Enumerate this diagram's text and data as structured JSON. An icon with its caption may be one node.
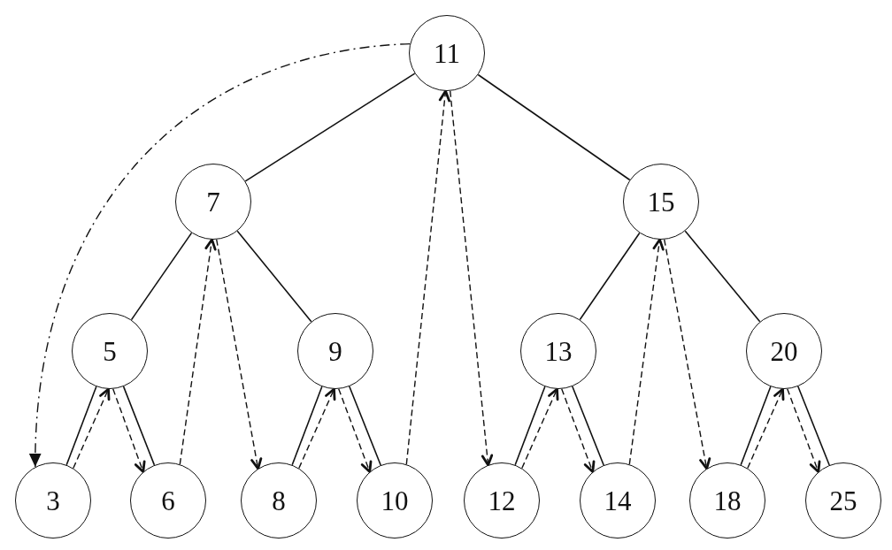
{
  "diagram": {
    "nodes": [
      {
        "text": [
          "11"
        ]
      },
      {
        "text": [
          "7"
        ]
      },
      {
        "text": [
          "15"
        ]
      },
      {
        "text": [
          "5"
        ]
      },
      {
        "text": [
          "9"
        ]
      },
      {
        "text": [
          "13"
        ]
      },
      {
        "text": [
          "20"
        ]
      },
      {
        "text": [
          "3"
        ]
      },
      {
        "text": [
          "6"
        ]
      },
      {
        "text": [
          "8"
        ]
      },
      {
        "text": [
          "10"
        ]
      },
      {
        "text": [
          "12"
        ]
      },
      {
        "text": [
          "14"
        ]
      },
      {
        "text": [
          "18"
        ]
      },
      {
        "text": [
          "25"
        ]
      }
    ],
    "edges": [
      {
        "from": 0,
        "to": 1,
        "arrow": "none"
      },
      {
        "from": 0,
        "to": 2,
        "arrow": "none"
      },
      {
        "from": 1,
        "to": 3,
        "arrow": "none"
      },
      {
        "from": 1,
        "to": 4,
        "arrow": "none"
      },
      {
        "from": 2,
        "to": 5,
        "arrow": "none"
      },
      {
        "from": 2,
        "to": 6,
        "arrow": "none"
      },
      {
        "from": 3,
        "to": 7,
        "arrow": "none"
      },
      {
        "from": 3,
        "to": 8,
        "arrow": "none"
      },
      {
        "from": 4,
        "to": 9,
        "arrow": "none"
      },
      {
        "from": 4,
        "to": 10,
        "arrow": "none"
      },
      {
        "from": 5,
        "to": 11,
        "arrow": "none"
      },
      {
        "from": 5,
        "to": 12,
        "arrow": "none"
      },
      {
        "from": 6,
        "to": 13,
        "arrow": "none"
      },
      {
        "from": 6,
        "to": 14,
        "arrow": "none"
      },
      {
        "from": 0,
        "to": 7,
        "arrow": "to",
        "style": "dashed"
      },
      {
        "from": 7,
        "to": 3,
        "arrow": "to",
        "style": "dashed"
      },
      {
        "from": 3,
        "to": 8,
        "arrow": "to",
        "style": "dashed"
      },
      {
        "from": 8,
        "to": 1,
        "arrow": "to",
        "style": "dashed"
      },
      {
        "from": 1,
        "to": 9,
        "arrow": "to",
        "style": "dashed"
      },
      {
        "from": 9,
        "to": 4,
        "arrow": "to",
        "style": "dashed"
      },
      {
        "from": 4,
        "to": 10,
        "arrow": "to",
        "style": "dashed"
      },
      {
        "from": 10,
        "to": 0,
        "arrow": "to",
        "style": "dashed"
      },
      {
        "from": 0,
        "to": 11,
        "arrow": "to",
        "style": "dashed"
      },
      {
        "from": 11,
        "to": 5,
        "arrow": "to",
        "style": "dashed"
      },
      {
        "from": 5,
        "to": 12,
        "arrow": "to",
        "style": "dashed"
      },
      {
        "from": 12,
        "to": 2,
        "arrow": "to",
        "style": "dashed"
      },
      {
        "from": 2,
        "to": 13,
        "arrow": "to",
        "style": "dashed"
      },
      {
        "from": 13,
        "to": 6,
        "arrow": "to",
        "style": "dashed"
      },
      {
        "from": 6,
        "to": 14,
        "arrow": "to",
        "style": "dashed"
      }
    ]
  }
}
